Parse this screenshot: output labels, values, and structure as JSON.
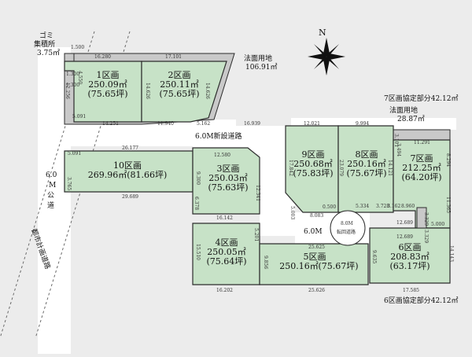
{
  "north": "N",
  "labels": {
    "gomi_1": "ゴミ",
    "gomi_2": "集積所",
    "gomi_3": "3.75㎡",
    "slope_top_1": "法面用地",
    "slope_top_2": "106.91㎡",
    "slope_right_1": "法面用地",
    "slope_right_2": "28.87㎡",
    "public_road_1": "6.0",
    "public_road_2": "M",
    "public_road_3": "公",
    "public_road_4": "道",
    "city_road": "都市計画道路",
    "new_road": "6.0M新設道路",
    "road_6m": "6.0M",
    "turning_1": "8.0M",
    "turning_2": "転回道路",
    "note_7": "7区画協定部分42.12㎡",
    "note_6": "6区画協定部分42.12㎡"
  },
  "lots": [
    {
      "name": "1区画",
      "area": "250.09㎡",
      "tsubo": "(75.65坪)"
    },
    {
      "name": "2区画",
      "area": "250.11㎡",
      "tsubo": "(75.65坪)"
    },
    {
      "name": "3区画",
      "area": "250.03㎡",
      "tsubo": "(75.63坪)"
    },
    {
      "name": "4区画",
      "area": "250.05㎡",
      "tsubo": "(75.64坪)"
    },
    {
      "name": "5区画",
      "area": "250.16㎡",
      "tsubo": "(75.67坪)"
    },
    {
      "name": "6区画",
      "area": "208.83㎡",
      "tsubo": "(63.17坪)"
    },
    {
      "name": "7区画",
      "area": "212.25㎡",
      "tsubo": "(64.20坪)"
    },
    {
      "name": "8区画",
      "area": "250.16㎡",
      "tsubo": "(75.67坪)"
    },
    {
      "name": "9区画",
      "area": "250.68㎡",
      "tsubo": "(75.83坪)"
    },
    {
      "name": "10区画",
      "area": "269.96㎡",
      "tsubo": "(81.66坪)"
    }
  ],
  "dims": [
    "1.500",
    "16.280",
    "17.101",
    "4.550",
    "1.300",
    "12.256",
    "14.626",
    "14.626",
    "5.091",
    "14.251",
    "11.940",
    "5.162",
    "16.939",
    "12.021",
    "9.994",
    "3.101",
    "11.291",
    "3.494",
    "26.177",
    "12.580",
    "9.300",
    "17.842",
    "23.079",
    "14.121",
    "8.294",
    "5.091",
    "3.765",
    "29.689",
    "6.378",
    "12.341",
    "16.142",
    "5.003",
    "8.083",
    "0.500",
    "5.334",
    "3.728",
    "3.162",
    "8.960",
    "11.365",
    "15.510",
    "5.201",
    "9.856",
    "25.625",
    "12.689",
    "12.689",
    "3.329",
    "3.329",
    "9.635",
    "5.000",
    "14.143",
    "16.202",
    "25.626",
    "17.585",
    "1.300"
  ]
}
